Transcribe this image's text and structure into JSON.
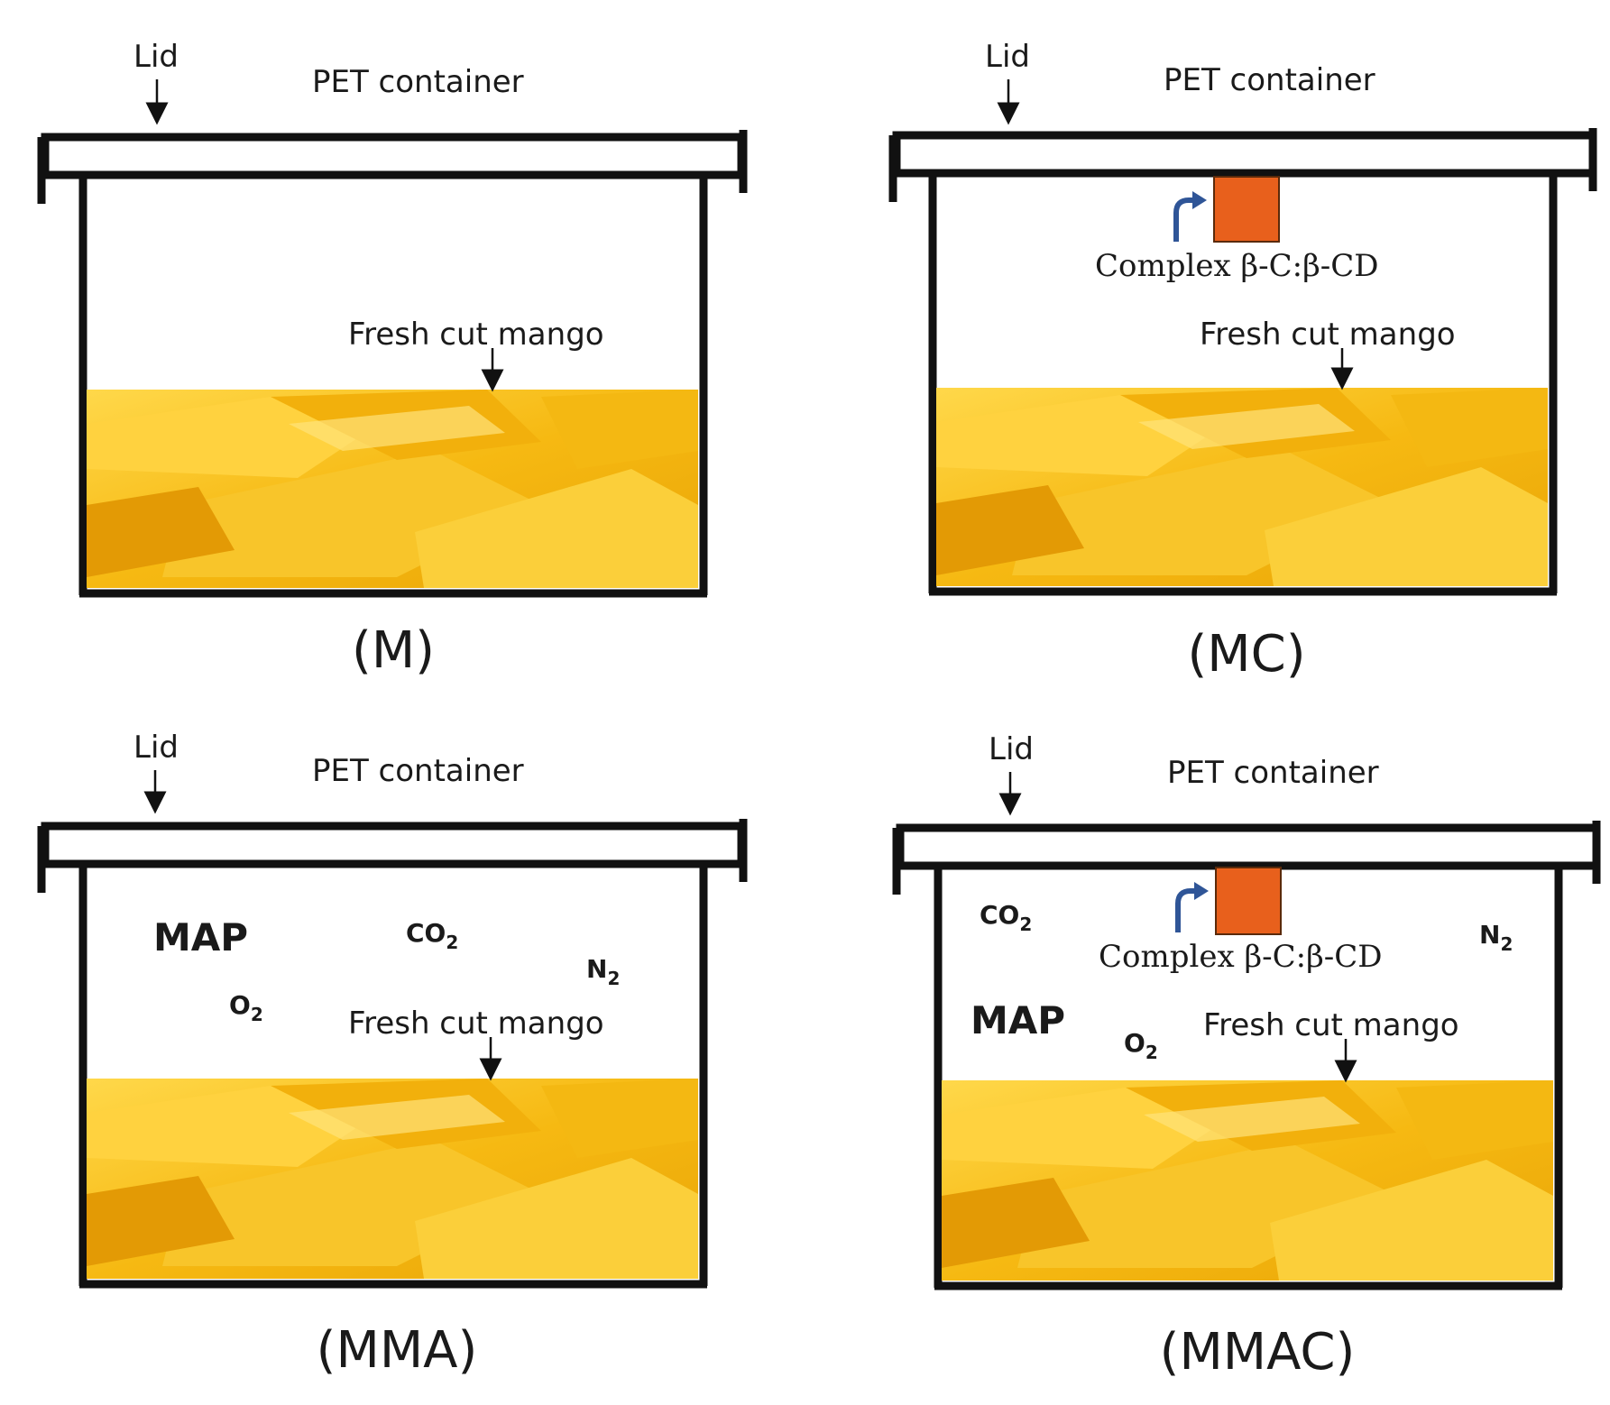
{
  "colors": {
    "outline": "#111111",
    "complex_box": "#e8601c",
    "complex_arrow": "#2f5597",
    "mango_light": "#ffd23f",
    "mango_mid": "#f5b70f",
    "mango_dark": "#d99400"
  },
  "icons": [
    "down-arrow-icon",
    "curved-arrow-icon"
  ],
  "panels": [
    {
      "id": "m",
      "lid_label": "Lid",
      "container_label": "PET container",
      "mango_label": "Fresh cut mango",
      "caption": "(M)"
    },
    {
      "id": "mc",
      "lid_label": "Lid",
      "container_label": "PET container",
      "complex_label": "Complex β-C:β-CD",
      "mango_label": "Fresh cut mango",
      "caption": "(MC)"
    },
    {
      "id": "mma",
      "lid_label": "Lid",
      "container_label": "PET container",
      "map_label": "MAP",
      "gases": [
        {
          "base": "CO",
          "sub": "2"
        },
        {
          "base": "N",
          "sub": "2"
        },
        {
          "base": "O",
          "sub": "2"
        }
      ],
      "mango_label": "Fresh cut mango",
      "caption": "(MMA)"
    },
    {
      "id": "mmac",
      "lid_label": "Lid",
      "container_label": "PET container",
      "complex_label": "Complex β-C:β-CD",
      "map_label": "MAP",
      "gases": [
        {
          "base": "CO",
          "sub": "2"
        },
        {
          "base": "N",
          "sub": "2"
        },
        {
          "base": "O",
          "sub": "2"
        }
      ],
      "mango_label": "Fresh cut mango",
      "caption": "(MMAC)"
    }
  ]
}
